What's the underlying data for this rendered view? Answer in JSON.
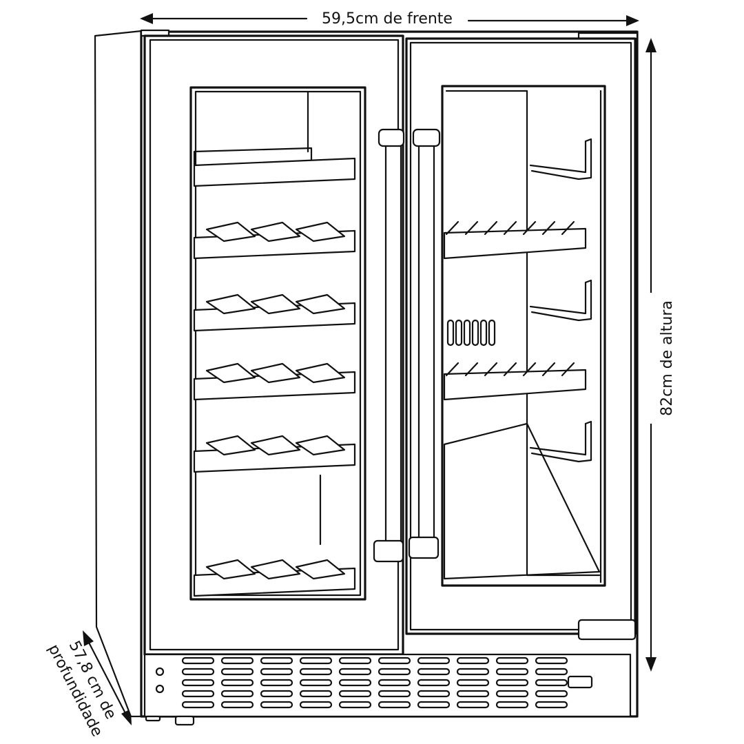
{
  "dimensions": {
    "width_label": "59,5cm de frente",
    "height_label": "82cm de altura",
    "depth_label_line1": "57,8 cm de",
    "depth_label_line2": "profundidade"
  },
  "colors": {
    "line": "#111111",
    "background": "#ffffff"
  }
}
